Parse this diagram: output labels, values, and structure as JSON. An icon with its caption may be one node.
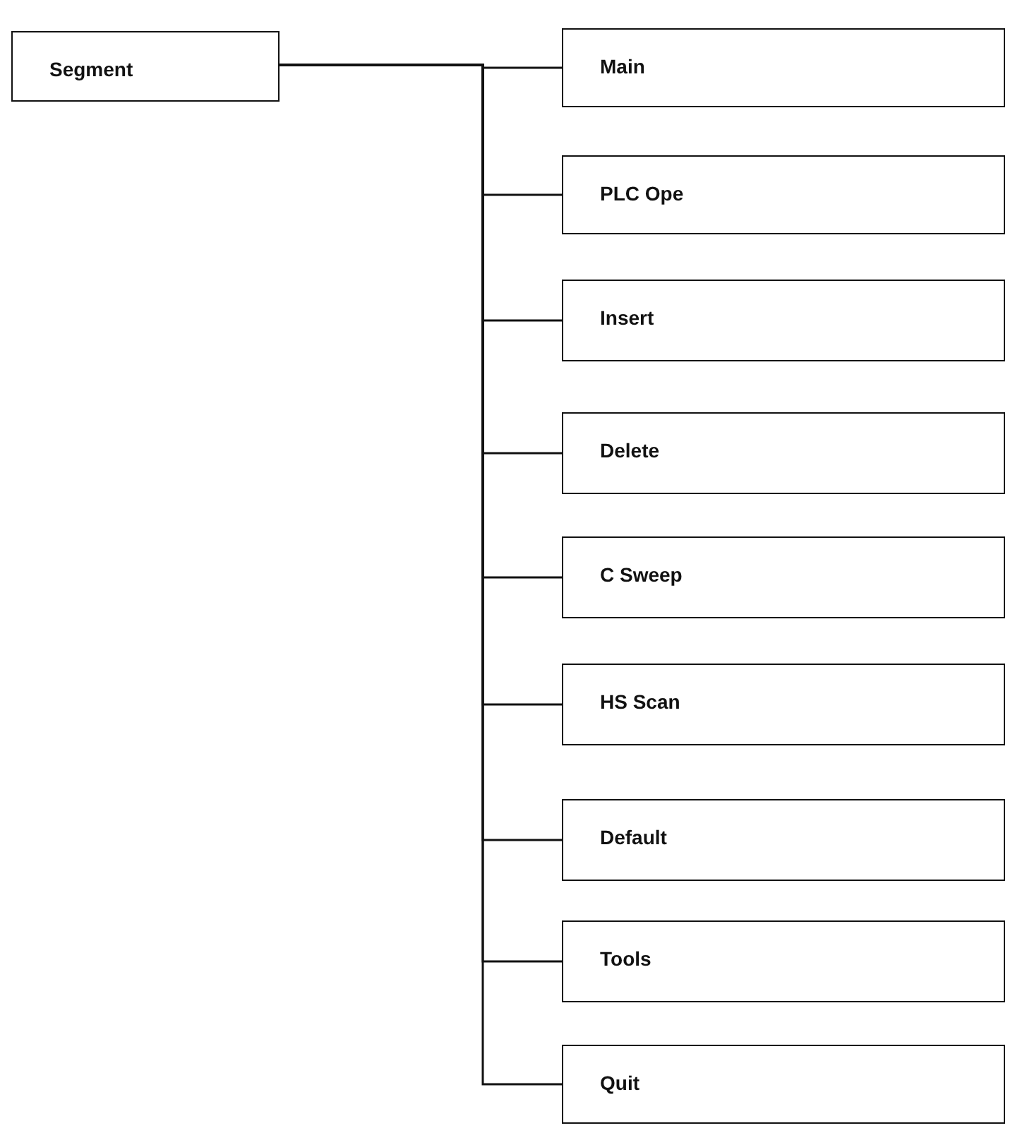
{
  "diagram": {
    "nodes": [
      {
        "text": [
          "Segment"
        ]
      },
      {
        "text": [
          "Main"
        ]
      },
      {
        "text": [
          "PLC Ope"
        ]
      },
      {
        "text": [
          "Insert"
        ]
      },
      {
        "text": [
          "Delete"
        ]
      },
      {
        "text": [
          "C Sweep"
        ]
      },
      {
        "text": [
          "HS Scan"
        ]
      },
      {
        "text": [
          "Default"
        ]
      },
      {
        "text": [
          "Tools"
        ]
      },
      {
        "text": [
          "Quit"
        ]
      }
    ],
    "edges": [
      {
        "from": 0,
        "to": 1,
        "arrow": "none"
      },
      {
        "from": 0,
        "to": 2,
        "arrow": "none"
      },
      {
        "from": 0,
        "to": 3,
        "arrow": "none"
      },
      {
        "from": 0,
        "to": 4,
        "arrow": "none"
      },
      {
        "from": 0,
        "to": 5,
        "arrow": "none"
      },
      {
        "from": 0,
        "to": 6,
        "arrow": "none"
      },
      {
        "from": 0,
        "to": 7,
        "arrow": "none"
      },
      {
        "from": 0,
        "to": 8,
        "arrow": "none"
      },
      {
        "from": 0,
        "to": 9,
        "arrow": "none"
      }
    ]
  }
}
